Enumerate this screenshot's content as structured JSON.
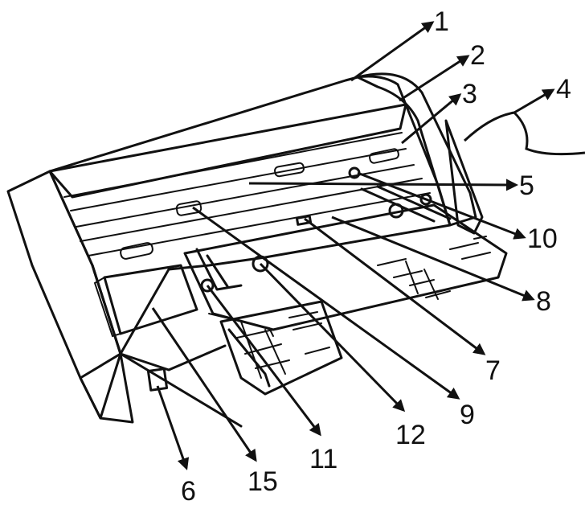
{
  "colors": {
    "ink": "#111111",
    "body_fill": "#ffffff",
    "dark_panel": "#1f1f1f",
    "shade": "#8a8a8a",
    "screen": "#c9c9c9"
  },
  "callouts": [
    {
      "id": "c1",
      "label": "1"
    },
    {
      "id": "c2",
      "label": "2"
    },
    {
      "id": "c3",
      "label": "3"
    },
    {
      "id": "c4",
      "label": "4"
    },
    {
      "id": "c5",
      "label": "5"
    },
    {
      "id": "c10",
      "label": "10"
    },
    {
      "id": "c8",
      "label": "8"
    },
    {
      "id": "c7",
      "label": "7"
    },
    {
      "id": "c9",
      "label": "9"
    },
    {
      "id": "c12",
      "label": "12"
    },
    {
      "id": "c11",
      "label": "11"
    },
    {
      "id": "c15",
      "label": "15"
    },
    {
      "id": "c6",
      "label": "6"
    }
  ]
}
